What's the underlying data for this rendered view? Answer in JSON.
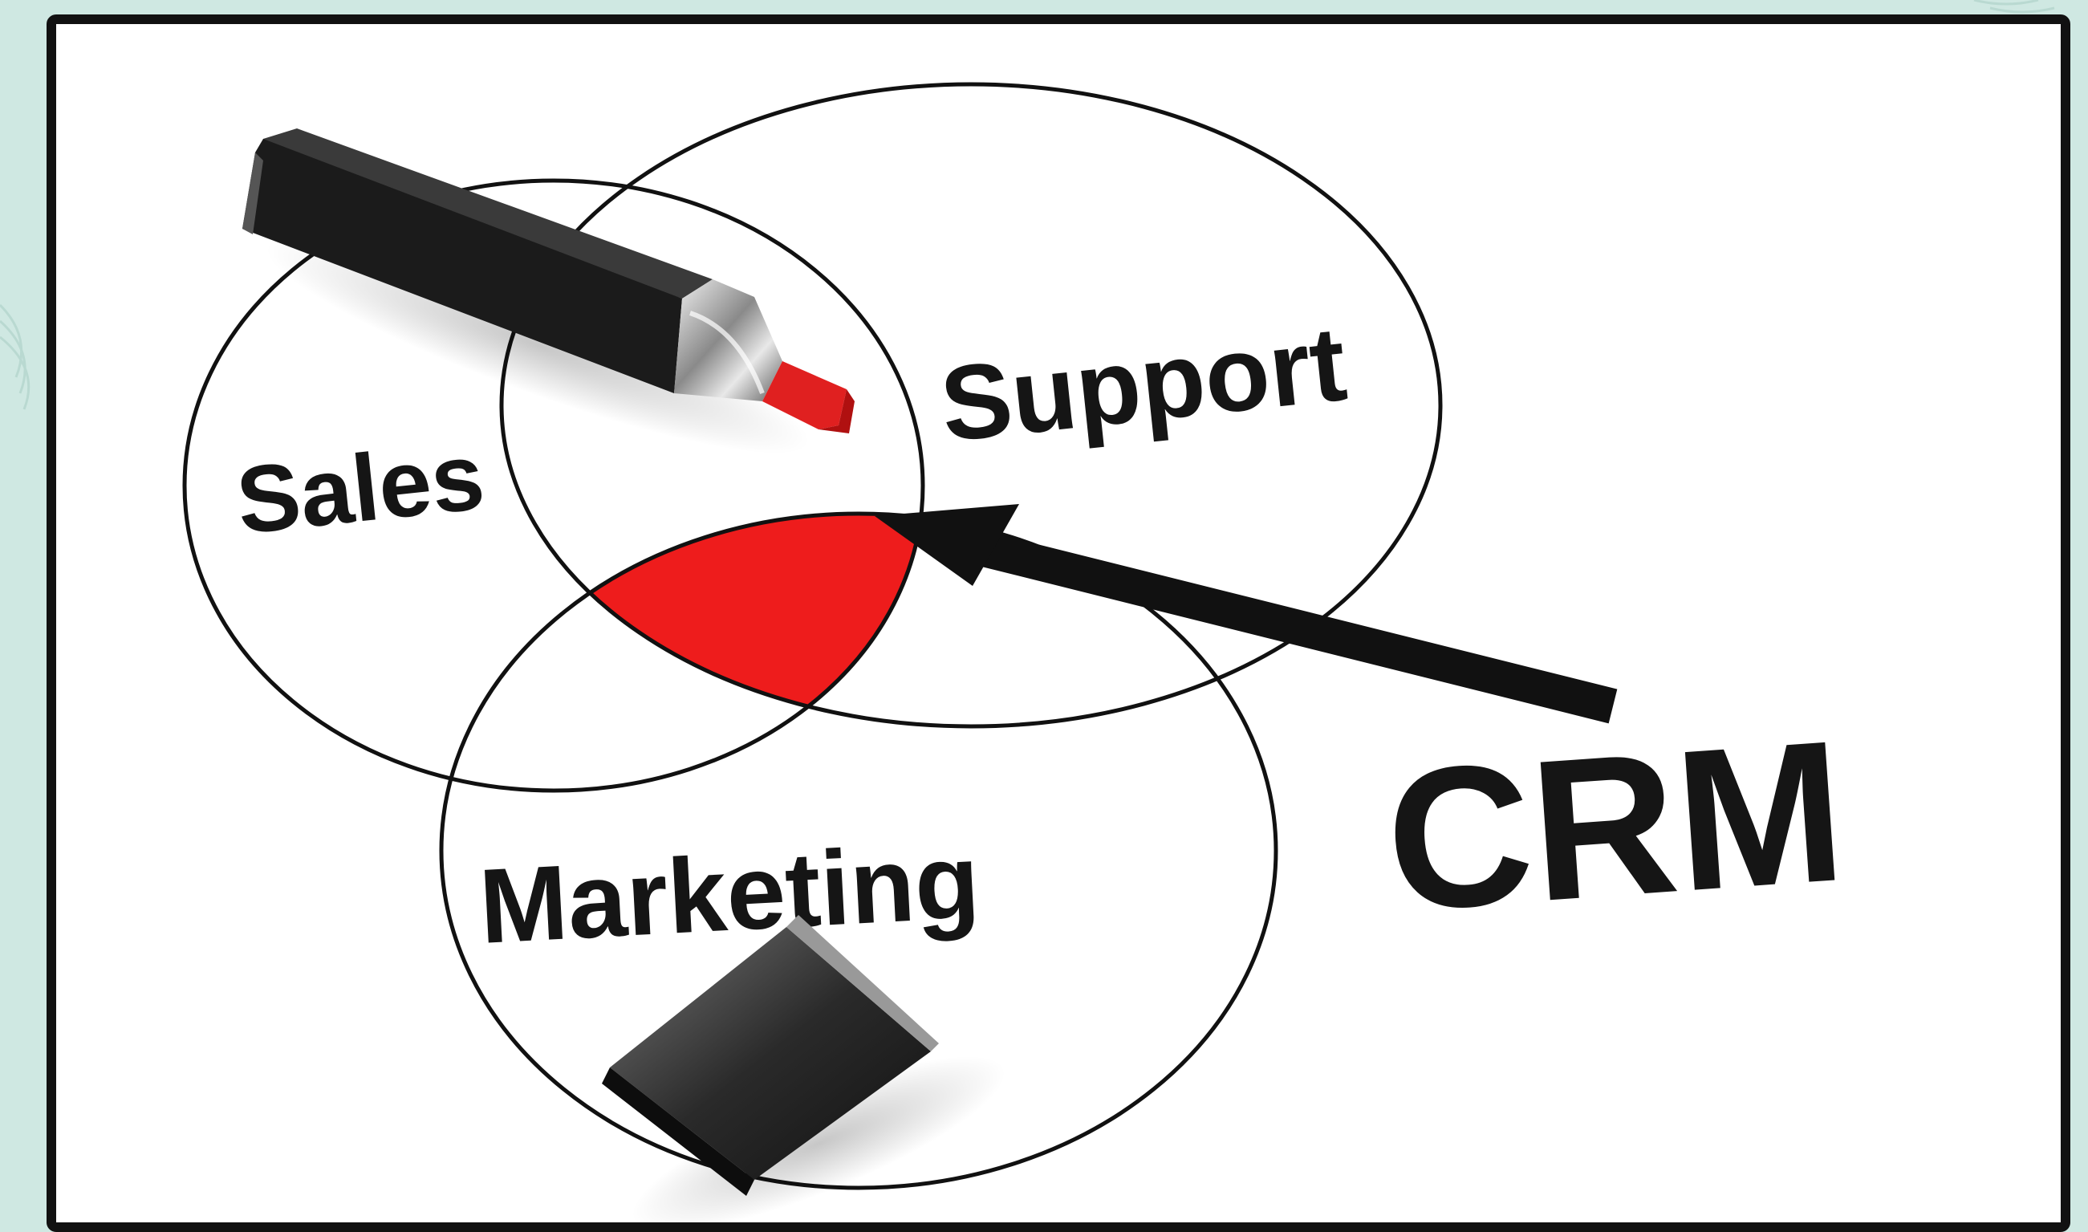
{
  "diagram": {
    "circles": [
      {
        "id": "sales",
        "label": "Sales"
      },
      {
        "id": "support",
        "label": "Support"
      },
      {
        "id": "marketing",
        "label": "Marketing"
      }
    ],
    "highlight": {
      "color": "#ee1c1c"
    },
    "pointer_label": "CRM",
    "colors": {
      "background": "#cfe8e2",
      "frame": "#111111",
      "highlight": "#ee1c1c",
      "marker_body": "#1a1a1a",
      "marker_tip": "#e02020"
    },
    "icons": [
      "marker-pen-icon",
      "marker-cap-icon",
      "arrow-icon"
    ]
  }
}
